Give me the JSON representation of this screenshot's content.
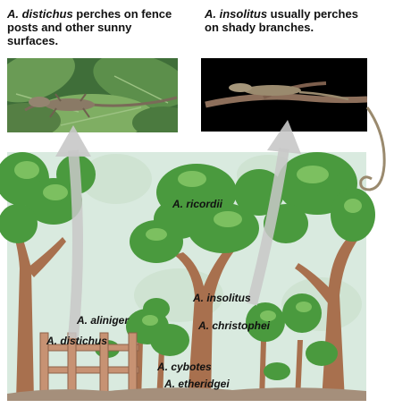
{
  "captions": [
    {
      "species": "A. distichus",
      "text": " perches on fence posts and other sunny surfaces."
    },
    {
      "species": "A. insolitus",
      "text": " usually perches on shady branches."
    }
  ],
  "species_labels": {
    "ricordii": "A. ricordii",
    "insolitus": "A. insolitus",
    "aliniger": "A. aliniger",
    "christophei": "A. christophei",
    "distichus": "A. distichus",
    "cybotes": "A. cybotes",
    "etheridgei": "A. etheridgei"
  },
  "colors": {
    "sky": "#d9eadf",
    "foliage": "#4a9a3e",
    "foliage_light": "#7cc060",
    "trunk": "#a8704e",
    "fence": "#c79273",
    "arrow": "#c8c8c8",
    "ground": "#a58f7b"
  }
}
